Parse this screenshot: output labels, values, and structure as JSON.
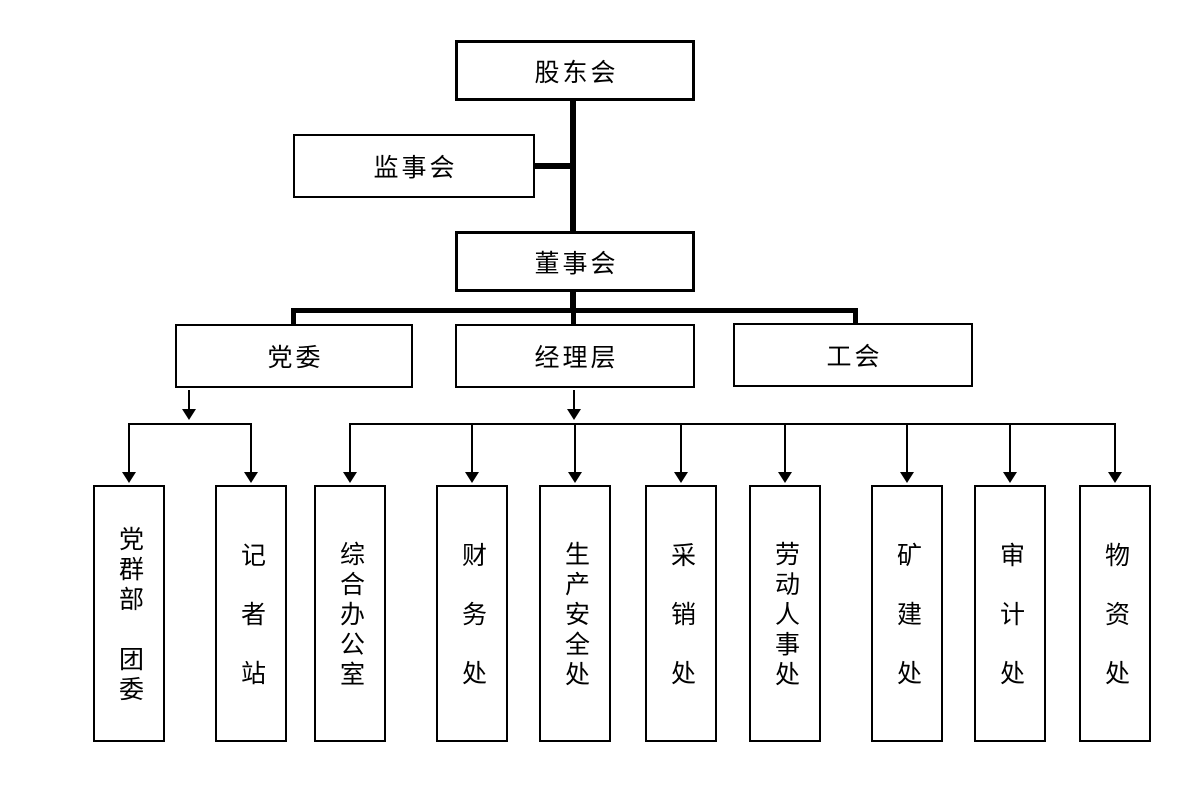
{
  "diagram": {
    "type": "org-chart",
    "background": "#ffffff",
    "line_color": "#000000",
    "nodes": {
      "shareholders": "股东会",
      "supervisory_board": "监事会",
      "board_of_directors": "董事会",
      "party_committee": "党委",
      "management": "经理层",
      "labor_union": "工会"
    },
    "party_children": [
      {
        "label": "党群部　团委"
      },
      {
        "label": "记者站"
      }
    ],
    "management_children": [
      {
        "label": "综合办公室"
      },
      {
        "label": "财务处"
      },
      {
        "label": "生产安全处"
      },
      {
        "label": "采销处"
      },
      {
        "label": "劳动人事处"
      },
      {
        "label": "矿建处"
      },
      {
        "label": "审计处"
      },
      {
        "label": "物资处"
      }
    ]
  }
}
